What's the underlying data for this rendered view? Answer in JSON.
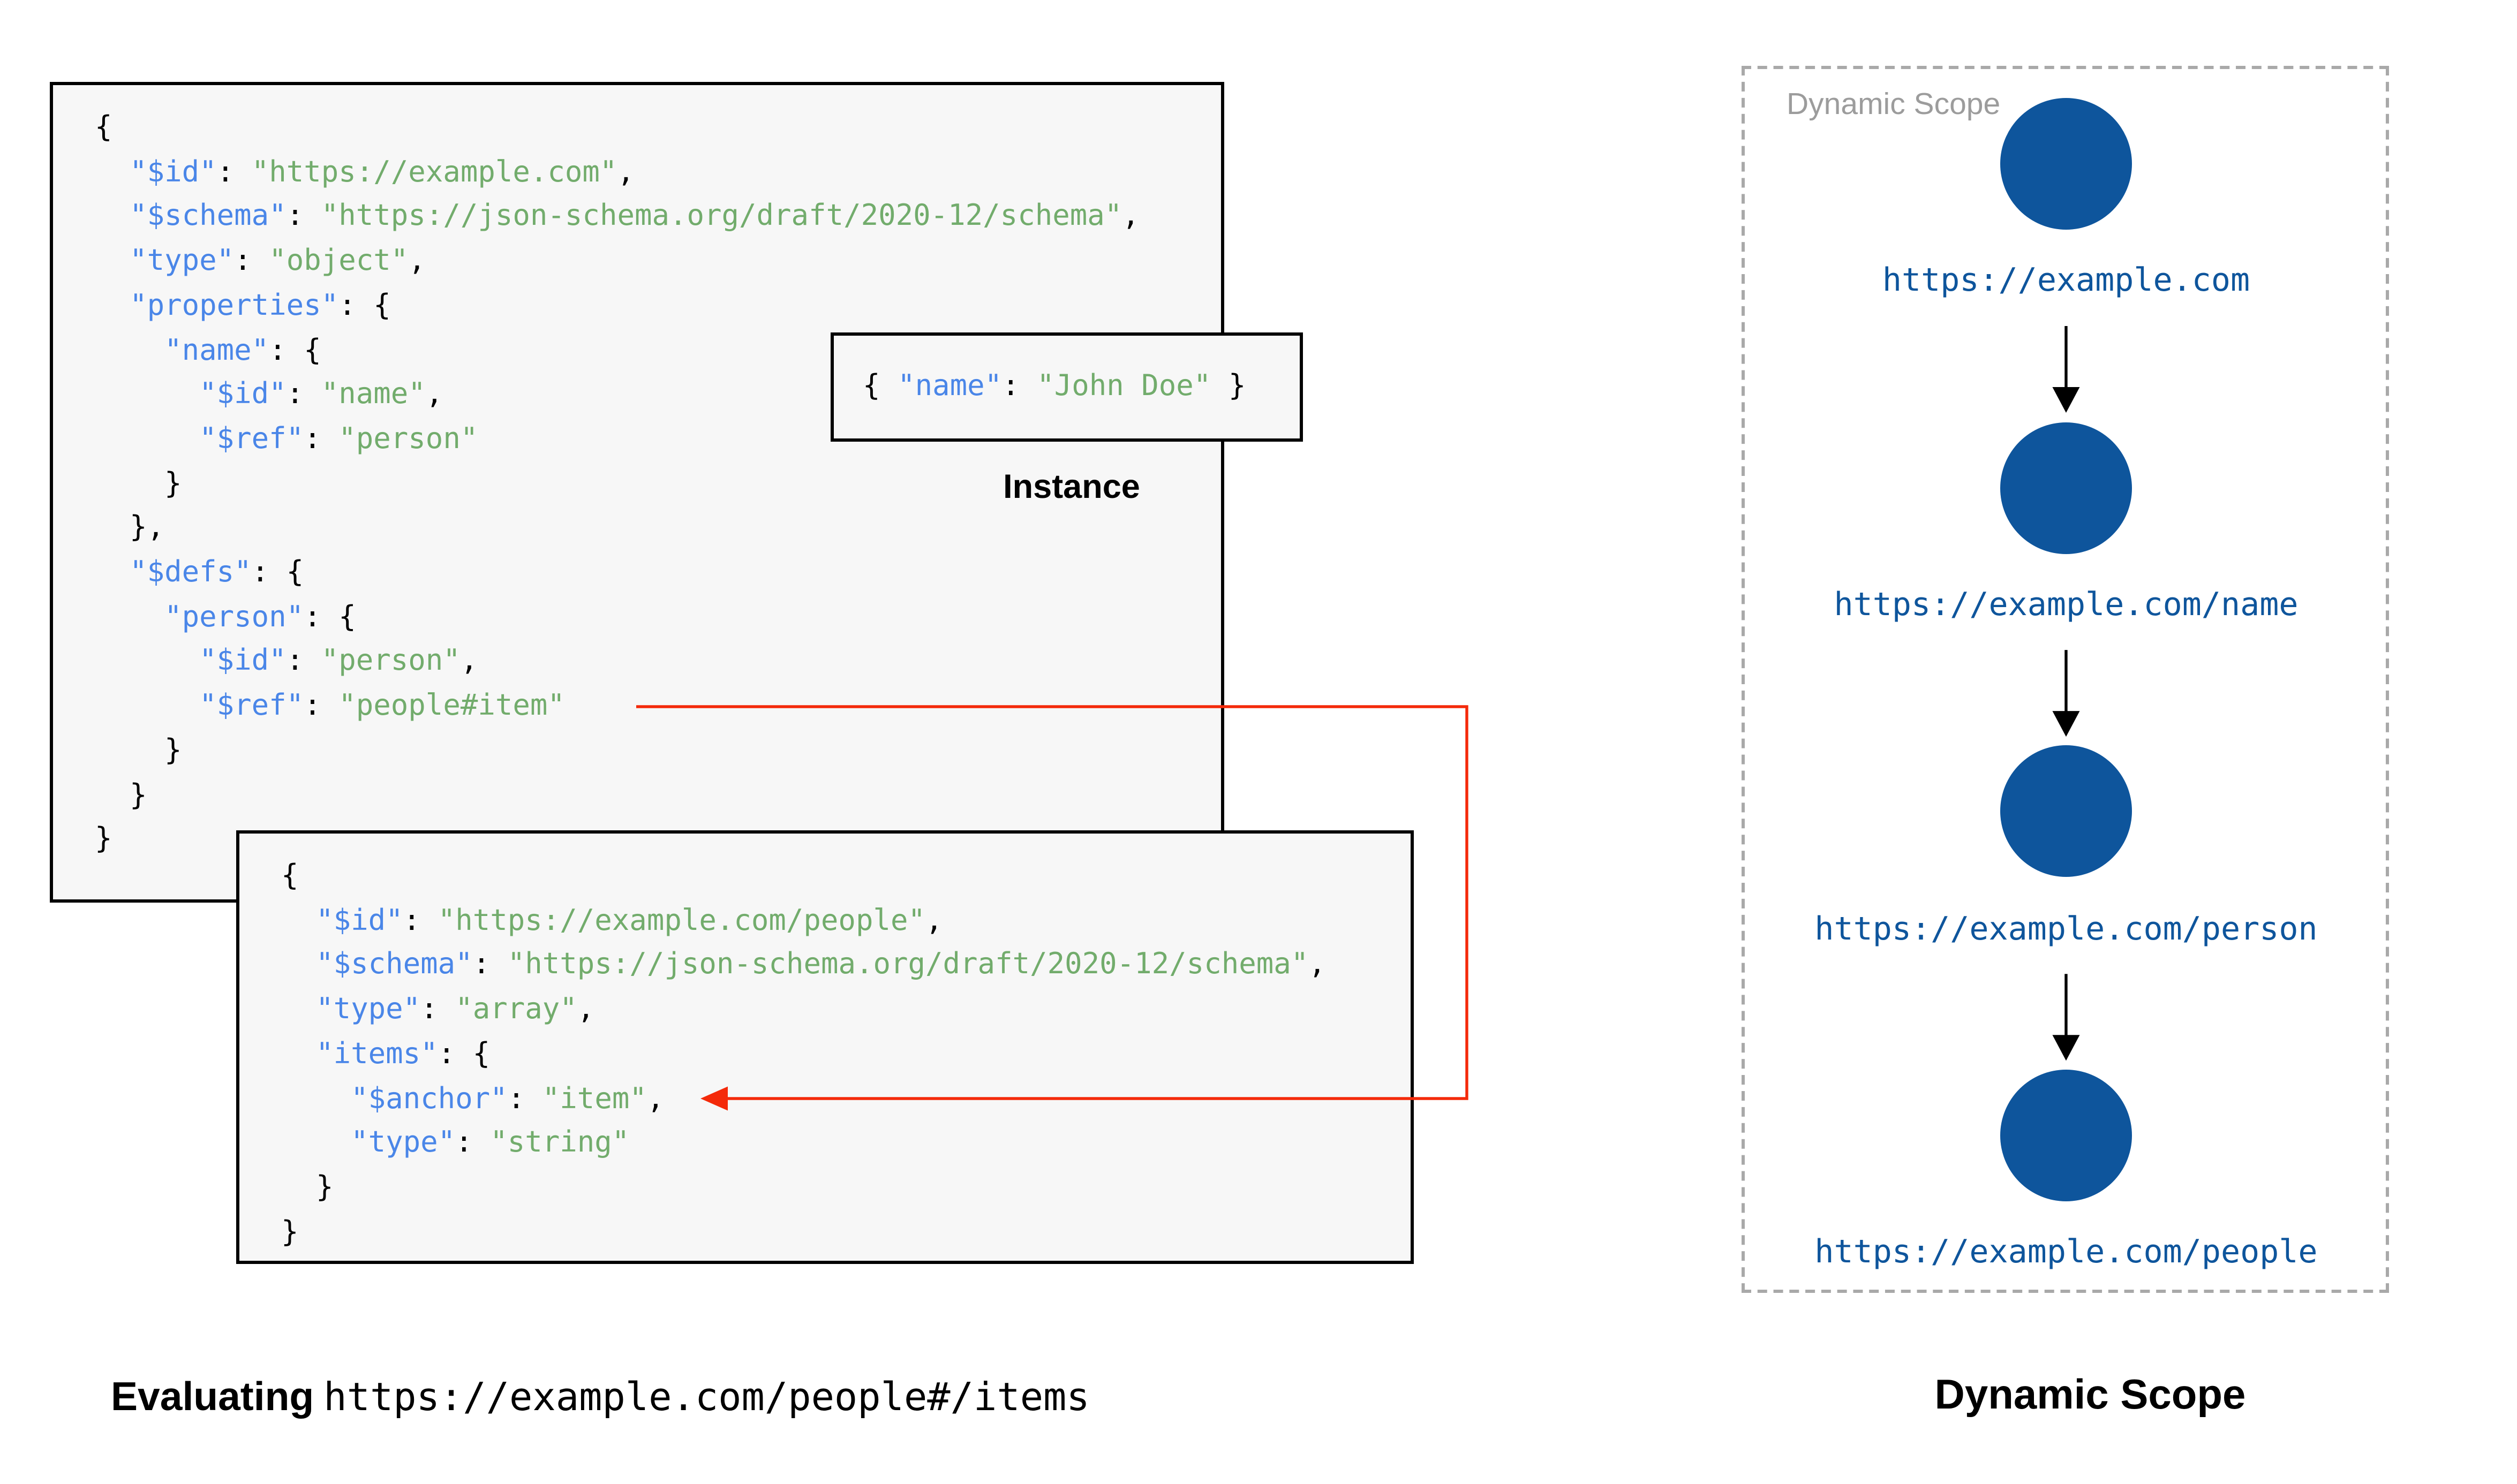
{
  "colors": {
    "key": "#4a86e8",
    "value": "#72ac6c",
    "punct": "#000000",
    "box_bg": "#f7f7f7",
    "box_border": "#000000",
    "red": "#f42a0a",
    "node_blue": "#0e559c",
    "url_blue": "#0e559c",
    "frame_gray": "#a9a9a9",
    "frame_label_gray": "#9c9c9c"
  },
  "root_schema": {
    "code": [
      "{",
      "  \"$id\": \"https://example.com\",",
      "  \"$schema\": \"https://json-schema.org/draft/2020-12/schema\",",
      "  \"type\": \"object\",",
      "  \"properties\": {",
      "    \"name\": {",
      "      \"$id\": \"name\",",
      "      \"$ref\": \"person\"",
      "    }",
      "  },",
      "  \"$defs\": {",
      "    \"person\": {",
      "      \"$id\": \"person\",",
      "      \"$ref\": \"people#item\"",
      "    }",
      "  }",
      "}"
    ]
  },
  "people_schema": {
    "code": [
      "{",
      "  \"$id\": \"https://example.com/people\",",
      "  \"$schema\": \"https://json-schema.org/draft/2020-12/schema\",",
      "  \"type\": \"array\",",
      "  \"items\": {",
      "    \"$anchor\": \"item\",",
      "    \"type\": \"string\"",
      "  }",
      "}"
    ]
  },
  "instance": {
    "code": "{ \"name\": \"John Doe\" }",
    "label": "Instance"
  },
  "evaluating": {
    "prefix": "Evaluating",
    "uri": "https://example.com/people#/items"
  },
  "dynamic_scope": {
    "frame_label": "Dynamic Scope",
    "caption": "Dynamic Scope",
    "nodes": [
      "https://example.com",
      "https://example.com/name",
      "https://example.com/person",
      "https://example.com/people"
    ]
  }
}
